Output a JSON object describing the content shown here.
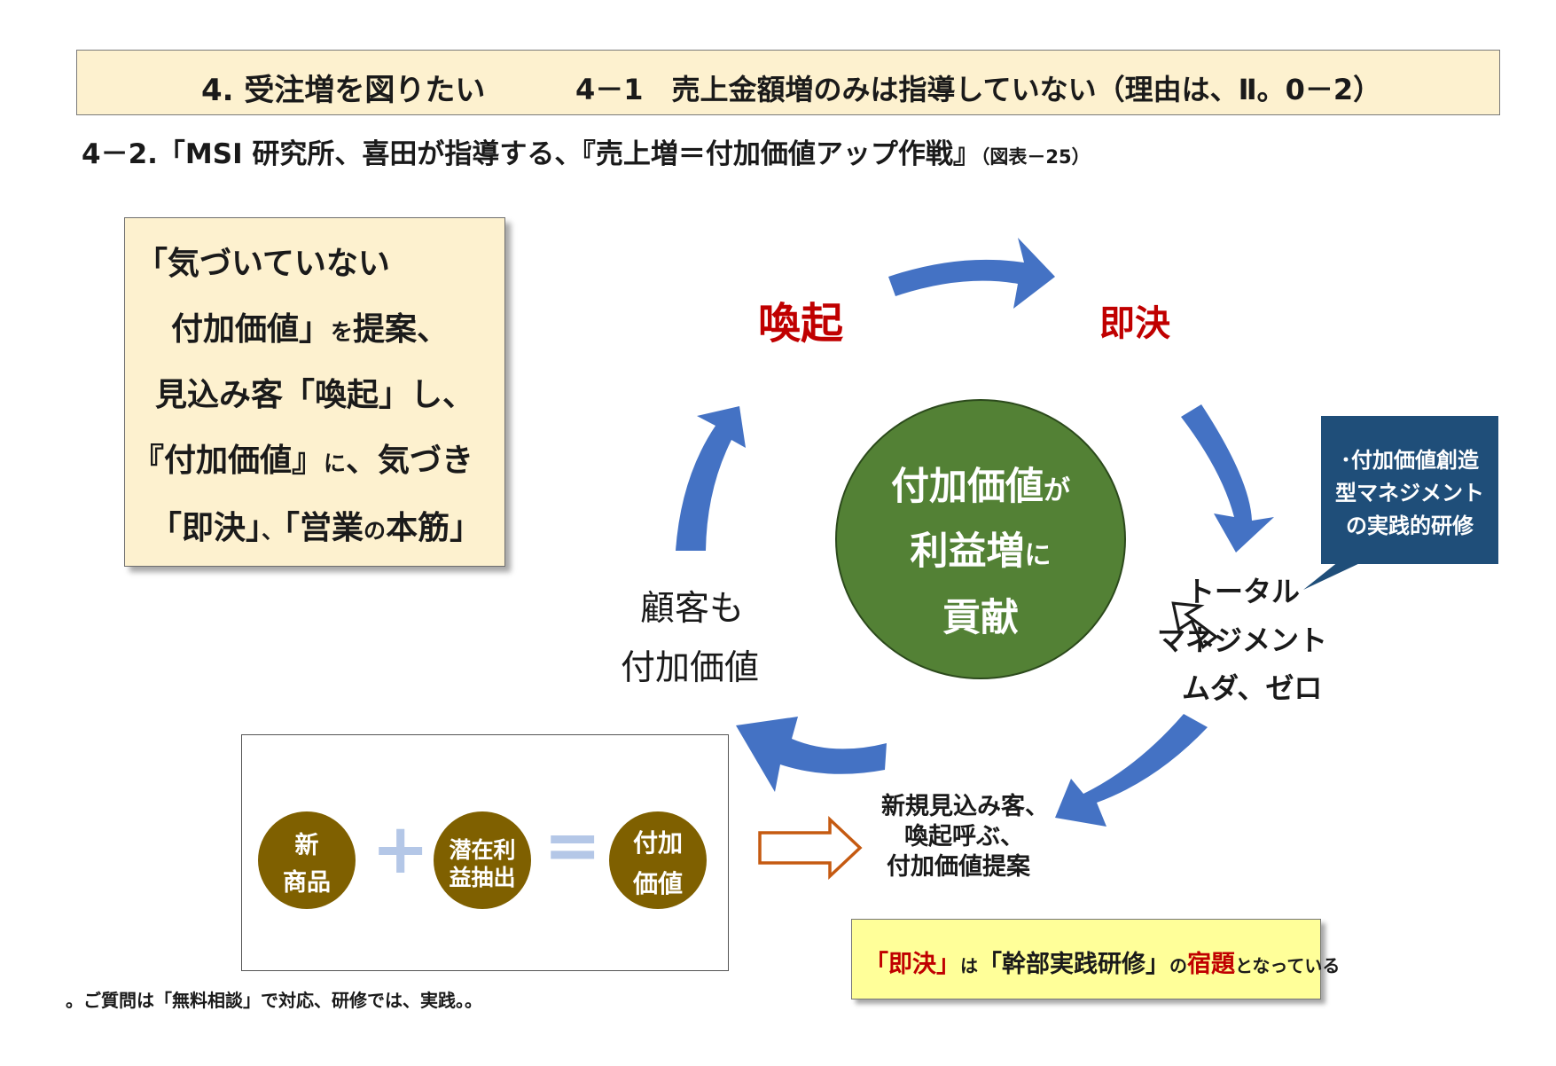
{
  "header": {
    "left_title": "4. 受注増を図りたい",
    "right_title": "4－1　売上金額増のみは指導していない（理由は、Ⅱ。0－2）"
  },
  "subtitle": {
    "main": "4－2.「MSI 研究所、喜田が指導する、『売上増＝付加価値アップ作戦』",
    "ref": "（図表－25）"
  },
  "left_box": {
    "line1": "「気づいていない",
    "line2_a": "付加価値」",
    "line2_b": "を",
    "line2_c": "提案、",
    "line3": "見込み客「喚起」し、",
    "line4_a": "『付加価値』",
    "line4_b": "に",
    "line4_c": "、気づき",
    "line5_a": "「即決」",
    "line5_b": "、",
    "line5_c": "「営業",
    "line5_d": "の",
    "line5_e": "本筋」"
  },
  "cycle": {
    "arouse": "喚起",
    "decide": "即決",
    "total_line1": "トータル",
    "total_line2": "マネジメント",
    "total_line3": "ムダ、ゼロ",
    "new_line1": "新規見込み客、",
    "new_line2": "喚起呼ぶ、",
    "new_line3": "付加価値提案",
    "customer_line1": "顧客も",
    "customer_line2": "付加価値"
  },
  "center": {
    "line1_a": "付加価値",
    "line1_b": "が",
    "line2_a": "利益増",
    "line2_b": "に",
    "line3": "貢献"
  },
  "callout": {
    "line1": "･付加価値創造",
    "line2": "型マネジメント",
    "line3": "の実践的研修"
  },
  "formula": {
    "term1_line1": "新",
    "term1_line2": "商品",
    "plus": "+",
    "term2_line1": "潜在利",
    "term2_line2": "益抽出",
    "equals": "=",
    "result_line1": "付加",
    "result_line2": "価値"
  },
  "bottom_note": {
    "part1": "「即決」",
    "part2": "は",
    "part3": "「幹部実践研修」",
    "part4": "の",
    "part5": "宿題",
    "part6": "となっている"
  },
  "footnote": "。ご質問は「無料相談」で対応、研修では、実践。。",
  "colors": {
    "banner_bg": "#fdf1cf",
    "arrow_blue": "#4472c4",
    "center_green": "#538135",
    "callout_navy": "#1f4e79",
    "formula_brown": "#7f6000",
    "accent_red": "#c00000",
    "note_yellow": "#ffff99",
    "outline_arrow_orange": "#c55a11"
  }
}
